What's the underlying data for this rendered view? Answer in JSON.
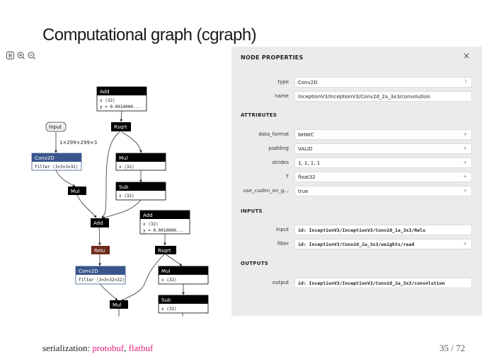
{
  "slide": {
    "title": "Computational graph (cgraph)",
    "footer_prefix": "serialization: ",
    "footer_link1": "protobuf",
    "footer_sep": ", ",
    "footer_link2": "flatbuf",
    "page": "35 / 72"
  },
  "toolbar": {
    "icons": [
      "menu-icon",
      "zoom-in-icon",
      "zoom-out-icon"
    ]
  },
  "colors": {
    "node_header": "#000000",
    "conv_header": "#39558c",
    "relu_header": "#6e2a1b",
    "input_border": "#444444",
    "panel_bg": "#ebebeb"
  },
  "graph": {
    "nodes": {
      "add1": {
        "label": "Add",
        "attr1": "x ⟨32⟩",
        "attr2": "y = 0.0010000..."
      },
      "input": {
        "label": "Input"
      },
      "rsqrt1": {
        "label": "Rsqrt"
      },
      "edge_label": "1×299×299×3",
      "conv1": {
        "label": "Conv2D",
        "attr1": "filter ⟨3×3×3×32⟩"
      },
      "mul_a": {
        "label": "Mul",
        "attr1": "x ⟨32⟩"
      },
      "mul1": {
        "label": "Mul"
      },
      "sub1": {
        "label": "Sub",
        "attr1": "x ⟨32⟩"
      },
      "add2": {
        "label": "Add"
      },
      "add3": {
        "label": "Add",
        "attr1": "x ⟨32⟩",
        "attr2": "y = 0.0010000..."
      },
      "relu": {
        "label": "Relu"
      },
      "rsqrt2": {
        "label": "Rsqrt"
      },
      "conv2": {
        "label": "Conv2D",
        "attr1": "filter ⟨3×3×32×32⟩"
      },
      "mul_b": {
        "label": "Mul",
        "attr1": "x ⟨32⟩"
      },
      "mul2": {
        "label": "Mul"
      },
      "sub2": {
        "label": "Sub",
        "attr1": "x ⟨32⟩"
      }
    }
  },
  "panel": {
    "title": "NODE PROPERTIES",
    "close": "×",
    "node": [
      {
        "label": "type",
        "value": "Conv2D",
        "side": "?"
      },
      {
        "label": "name",
        "value": "InceptionV3/InceptionV3/Conv2d_2a_3x3/convolution",
        "side": ""
      }
    ],
    "attributes_title": "ATTRIBUTES",
    "attributes": [
      {
        "label": "data_format",
        "value": "NHWC",
        "side": "+"
      },
      {
        "label": "padding",
        "value": "VALID",
        "side": "+"
      },
      {
        "label": "strides",
        "value": "1, 1, 1, 1",
        "side": "+"
      },
      {
        "label": "T",
        "value": "float32",
        "side": "+"
      },
      {
        "label": "use_cudnn_on_g...",
        "value": "true",
        "side": "+"
      }
    ],
    "inputs_title": "INPUTS",
    "inputs": [
      {
        "label": "input",
        "value": "id: InceptionV3/InceptionV3/Conv2d_1a_3x3/Relu",
        "side": ""
      },
      {
        "label": "filter",
        "value": "id: InceptionV3/Conv2d_2a_3x3/weights/read",
        "side": "+"
      }
    ],
    "outputs_title": "OUTPUTS",
    "outputs": [
      {
        "label": "output",
        "value": "id: InceptionV3/InceptionV3/Conv2d_2a_3x3/convolution",
        "side": ""
      }
    ]
  }
}
